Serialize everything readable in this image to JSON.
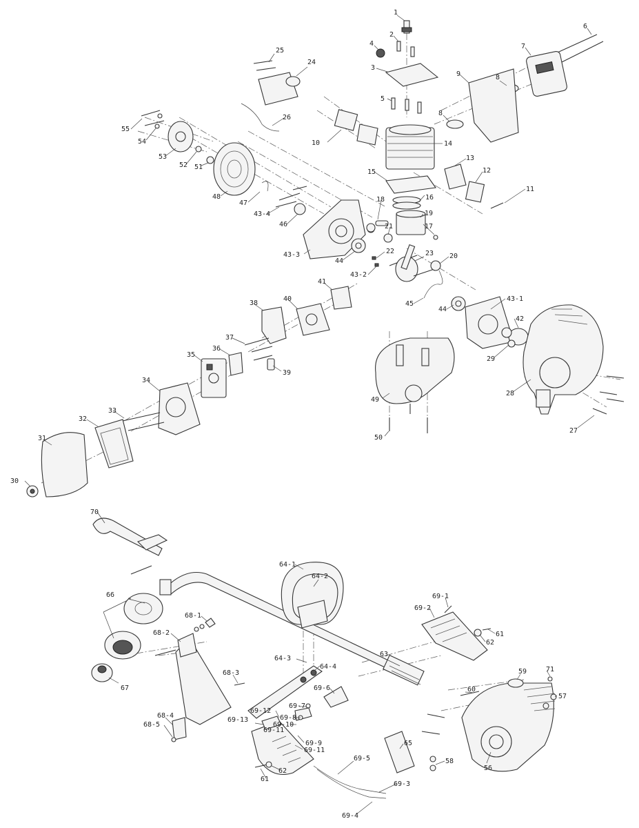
{
  "labels": {
    "p1": "1",
    "p2": "2",
    "p3": "3",
    "p4": "4",
    "p5": "5",
    "p6": "6",
    "p7": "7",
    "p8a": "8",
    "p8b": "8",
    "p9": "9",
    "p10": "10",
    "p11": "11",
    "p12": "12",
    "p13": "13",
    "p14": "14",
    "p15": "15",
    "p16": "16",
    "p17": "17",
    "p18": "18",
    "p19": "19",
    "p20": "20",
    "p21": "21",
    "p22": "22",
    "p23": "23",
    "p24": "24",
    "p25": "25",
    "p26": "26",
    "p27": "27",
    "p28": "28",
    "p29": "29",
    "p30": "30",
    "p31": "31",
    "p32": "32",
    "p33": "33",
    "p34": "34",
    "p35": "35",
    "p36": "36",
    "p37": "37",
    "p38": "38",
    "p39": "39",
    "p40": "40",
    "p41": "41",
    "p42": "42",
    "p43_1": "43-1",
    "p43_2": "43-2",
    "p43_3": "43-3",
    "p43_4": "43-4",
    "p44a": "44",
    "p44b": "44",
    "p45": "45",
    "p46": "46",
    "p47": "47",
    "p48": "48",
    "p49": "49",
    "p50": "50",
    "p51": "51",
    "p52": "52",
    "p53": "53",
    "p54": "54",
    "p55": "55",
    "p56": "56",
    "p57": "57",
    "p58": "58",
    "p59": "59",
    "p60": "60",
    "p61a": "61",
    "p61b": "61",
    "p62a": "62",
    "p62b": "62",
    "p63": "63",
    "p64_1": "64-1",
    "p64_2": "64-2",
    "p64_3": "64-3",
    "p64_4": "64-4",
    "p65": "65",
    "p66": "66",
    "p67": "67",
    "p68_1": "68-1",
    "p68_2": "68-2",
    "p68_3": "68-3",
    "p68_4": "68-4",
    "p68_5": "68-5",
    "p69_1": "69-1",
    "p69_2": "69-2",
    "p69_3": "69-3",
    "p69_4": "69-4",
    "p69_5": "69-5",
    "p69_6": "69-6",
    "p69_7": "69-7",
    "p69_8": "69-8",
    "p69_9": "69-9",
    "p69_10": "69-10",
    "p69_11a": "69-11",
    "p69_11b": "69-11",
    "p69_12": "69-12",
    "p69_13": "69-13",
    "p70": "70",
    "p71": "71"
  },
  "colors": {
    "line": "#333333",
    "fill": "#f4f4f4",
    "dark": "#555555",
    "background": "#ffffff"
  }
}
